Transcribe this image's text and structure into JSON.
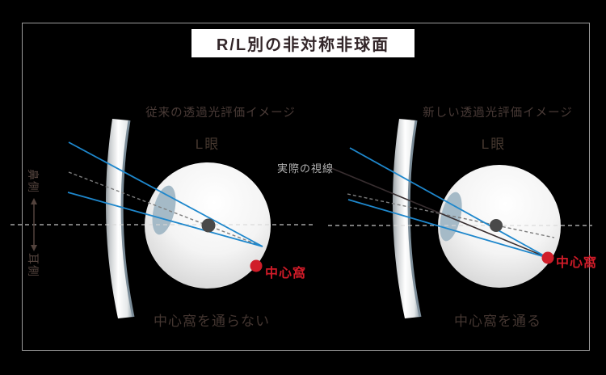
{
  "title": "R/L別の非対称非球面",
  "side_axis": {
    "top_label": "鼻側",
    "bottom_label": "耳側"
  },
  "left_panel": {
    "subtitle": "従来の透過光評価イメージ",
    "eye_label": "L眼",
    "fovea_label": "中心窩",
    "caption": "中心窩を通らない"
  },
  "right_panel": {
    "subtitle": "新しい透過光評価イメージ",
    "eye_label": "L眼",
    "sight_line_label": "実際の視線",
    "fovea_label": "中心窩",
    "caption": "中心窩を通る"
  },
  "colors": {
    "background": "#000000",
    "panel_border": "#9b9b9b",
    "ray_blue": "#1e87cc",
    "sight_line_black": "#382e30",
    "dashed_gray": "#7d7d7d",
    "horizontal_dashed": "#d8d8d8",
    "fovea_red": "#d01e2a",
    "dark_text": "#4a3b37",
    "sight_label_gray": "#b0b0b0",
    "crystalline_lens": "#a5bac7",
    "eye_center_dot": "#494949",
    "title_bg": "#ffffff",
    "title_text": "#332629"
  }
}
